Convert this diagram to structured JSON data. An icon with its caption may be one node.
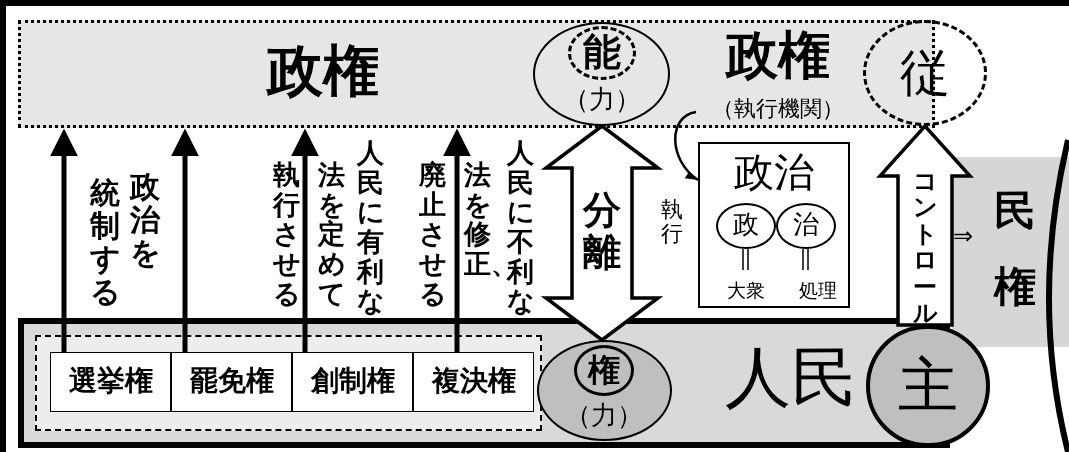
{
  "diagram": {
    "nodes": [
      {
        "text": [
          "政権"
        ]
      },
      {
        "text": [
          "能",
          "（力）"
        ],
        "in": 0
      },
      {
        "text": [
          "政権",
          "（執行機関）"
        ],
        "in": 0
      },
      {
        "text": [
          "従"
        ]
      },
      {
        "text": [
          "政治"
        ]
      },
      {
        "text": [
          "政"
        ],
        "in": 4,
        "beside": [
          "大衆"
        ]
      },
      {
        "text": [
          "治"
        ],
        "in": 4,
        "beside": [
          "処理"
        ]
      },
      {
        "text": [
          "民権"
        ]
      },
      {
        "text": [
          "人民"
        ]
      },
      {
        "text": [],
        "shape": "box",
        "in": 8
      },
      {
        "text": [
          "選挙権"
        ],
        "in": 9
      },
      {
        "text": [
          "罷免権"
        ],
        "in": 9
      },
      {
        "text": [
          "創制権"
        ],
        "in": 9
      },
      {
        "text": [
          "複決権"
        ],
        "in": 9
      },
      {
        "text": [
          "権",
          "（力）"
        ],
        "in": 8
      },
      {
        "text": [
          "主"
        ]
      }
    ],
    "edges": [
      {
        "from": 10,
        "to": 0,
        "arrow": "to",
        "label": "政治を統制する"
      },
      {
        "from": 11,
        "to": 0,
        "arrow": "to"
      },
      {
        "from": 12,
        "to": 0,
        "arrow": "to",
        "label": "人民に有利な法を定めて執行させる"
      },
      {
        "from": 13,
        "to": 0,
        "arrow": "to",
        "label": "人民に不利な法を修正、廃止させる"
      },
      {
        "from": 1,
        "to": 14,
        "arrow": "both",
        "label": "分離",
        "style": "thick"
      },
      {
        "from": 2,
        "to": 4,
        "arrow": "to",
        "label": "執行"
      },
      {
        "from": 15,
        "to": 3,
        "arrow": "to",
        "label": "コントロール",
        "style": "thick"
      }
    ],
    "labels": [
      "⇒"
    ]
  }
}
